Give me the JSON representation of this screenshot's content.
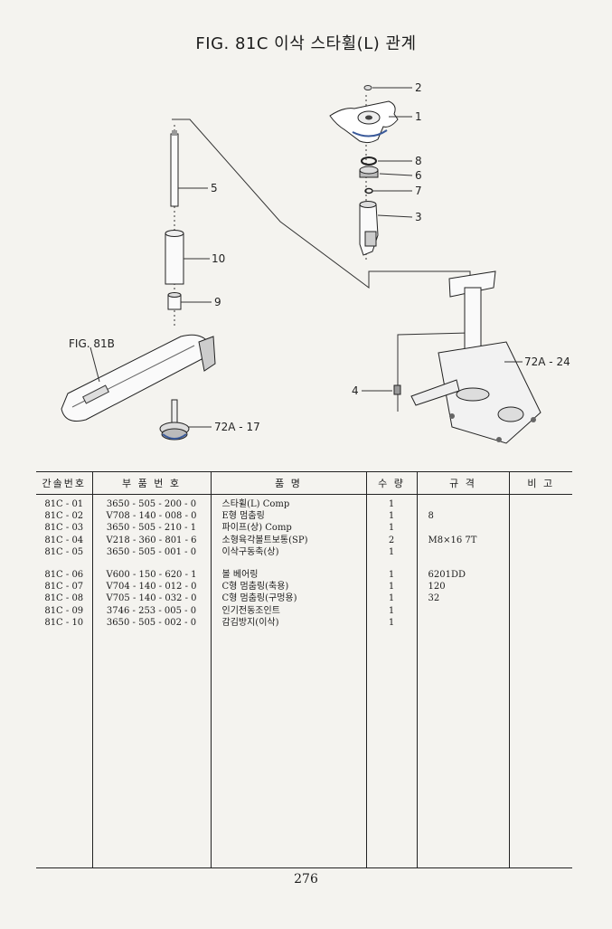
{
  "title": "FIG. 81C 이삭 스타휠(L) 관계",
  "diagram": {
    "callouts": [
      "2",
      "1",
      "8",
      "6",
      "7",
      "3",
      "5",
      "10",
      "9",
      "4",
      "72A - 24",
      "72A - 17",
      "FIG. 81B"
    ]
  },
  "table": {
    "headers": [
      "간솔번호",
      "부 품 번 호",
      "품 명",
      "수 량",
      "규 격",
      "비 고"
    ],
    "group1": [
      {
        "no": "81C - 01",
        "part": "3650 - 505 - 200 - 0",
        "name": "스타휠(L) Comp",
        "qty": "1",
        "spec": "",
        "note": ""
      },
      {
        "no": "81C - 02",
        "part": "V708 - 140 - 008 - 0",
        "name": "E형 멈춤링",
        "qty": "1",
        "spec": "8",
        "note": ""
      },
      {
        "no": "81C - 03",
        "part": "3650 - 505 - 210 - 1",
        "name": "파이프(상) Comp",
        "qty": "1",
        "spec": "",
        "note": ""
      },
      {
        "no": "81C - 04",
        "part": "V218 - 360 - 801 - 6",
        "name": "소형육각볼트보통(SP)",
        "qty": "2",
        "spec": "M8×16 7T",
        "note": ""
      },
      {
        "no": "81C - 05",
        "part": "3650 - 505 - 001 - 0",
        "name": "이삭구동축(상)",
        "qty": "1",
        "spec": "",
        "note": ""
      }
    ],
    "group2": [
      {
        "no": "81C - 06",
        "part": "V600 - 150 - 620 - 1",
        "name": "볼 베어링",
        "qty": "1",
        "spec": "6201DD",
        "note": ""
      },
      {
        "no": "81C - 07",
        "part": "V704 - 140 - 012 - 0",
        "name": "C형 멈춤링(축용)",
        "qty": "1",
        "spec": "120",
        "note": ""
      },
      {
        "no": "81C - 08",
        "part": "V705 - 140 - 032 - 0",
        "name": "C형 멈춤링(구멍용)",
        "qty": "1",
        "spec": "32",
        "note": ""
      },
      {
        "no": "81C - 09",
        "part": "3746 - 253 - 005 - 0",
        "name": "인기전동조인트",
        "qty": "1",
        "spec": "",
        "note": ""
      },
      {
        "no": "81C - 10",
        "part": "3650 - 505 - 002 - 0",
        "name": "감김방지(이삭)",
        "qty": "1",
        "spec": "",
        "note": ""
      }
    ]
  },
  "page_number": "276"
}
